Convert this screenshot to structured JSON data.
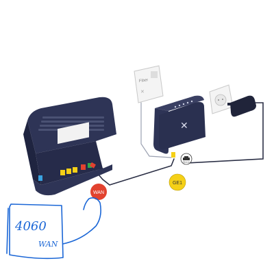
{
  "diagram": {
    "fiber_outlet": {
      "label": "Fiber"
    },
    "ethernet_icon": {
      "label": "Ethernet"
    },
    "badges": [
      {
        "text": "WAN",
        "color": "#e2422f"
      },
      {
        "text": "GE1",
        "color": "#f5d017"
      }
    ],
    "annotation": {
      "line1": "4060",
      "line2": "WAN"
    },
    "colors": {
      "router_body": "#2e3456",
      "router_dark": "#1f2440",
      "cable": "#2b2f45",
      "annotation_ink": "#1a66d6",
      "port_blue": "#3aa3e0",
      "port_yellow": "#f5d017",
      "port_red": "#e2422f",
      "port_green": "#2faa4a"
    }
  }
}
